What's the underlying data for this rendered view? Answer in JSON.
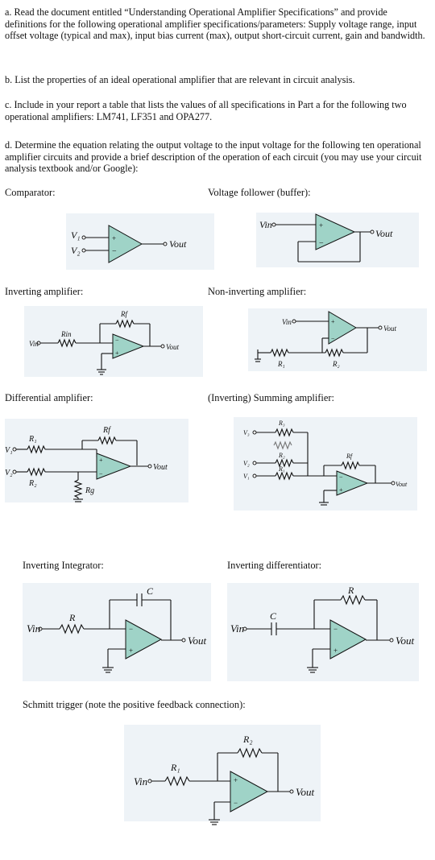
{
  "instructions": {
    "a": "a. Read the document entitled “Understanding Operational Amplifier Specifications” and provide definitions for the following operational amplifier specifications/parameters: Supply voltage range, input offset voltage (typical and max), input bias current (max), output short-circuit current, gain and bandwidth.",
    "b": "b. List the properties of an ideal operational amplifier that are relevant in circuit analysis.",
    "c": "c. Include in your report a table that lists the values of all specifications in Part a for the following two operational amplifiers: LM741, LF351 and OPA277.",
    "d": "d. Determine the equation relating the output voltage to the input voltage for the following ten operational amplifier circuits and provide a brief description of the operation of each circuit (you may use your circuit analysis textbook and/or Google):"
  },
  "circuits": {
    "comparator": {
      "title": "Comparator:",
      "in1": "V₁",
      "in2": "V₂",
      "out": "Vout"
    },
    "follower": {
      "title": "Voltage follower (buffer):",
      "in": "Vin",
      "out": "Vout"
    },
    "inverting": {
      "title": "Inverting amplifier:",
      "in": "Vin",
      "rin": "Rin",
      "rf": "Rf",
      "out": "Vout"
    },
    "noninverting": {
      "title": "Non-inverting amplifier:",
      "in": "Vin",
      "r1": "R₁",
      "r2": "R₂",
      "out": "Vout"
    },
    "differential": {
      "title": "Differential amplifier:",
      "in1": "V₁",
      "in2": "V₂",
      "r1": "R₁",
      "r2": "R₂",
      "rf": "Rf",
      "rg": "Rg",
      "out": "Vout"
    },
    "summing": {
      "title": "(Inverting) Summing amplifier:",
      "in1": "V₁",
      "in2": "V₂",
      "in3": "V₃",
      "r1": "R₁",
      "r2": "R₂",
      "r3": "R₃",
      "rf": "Rf",
      "out": "Vout"
    },
    "integrator": {
      "title": "Inverting Integrator:",
      "in": "Vin",
      "r": "R",
      "c": "C",
      "out": "Vout"
    },
    "differentiator": {
      "title": "Inverting differentiator:",
      "in": "Vin",
      "r": "R",
      "c": "C",
      "out": "Vout"
    },
    "schmitt": {
      "title": "Schmitt trigger (note the positive feedback connection):",
      "in": "Vin",
      "r1": "R₁",
      "r2": "R₂",
      "out": "Vout"
    }
  }
}
